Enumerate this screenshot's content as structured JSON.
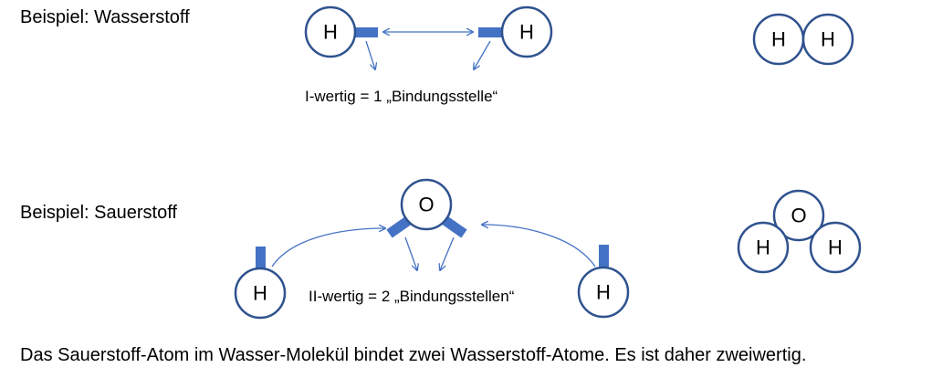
{
  "example_hydrogen": {
    "title": "Beispiel:  Wasserstoff",
    "valence_label": "I-wertig = 1 „Bindungsstelle“",
    "atom_symbol": "H"
  },
  "example_oxygen": {
    "title": "Beispiel: Sauerstoff",
    "valence_label": "II-wertig = 2 „Bindungsstellen“",
    "oxygen_symbol": "O",
    "hydrogen_symbol": "H"
  },
  "caption": "Das Sauerstoff-Atom im Wasser-Molekül bindet zwei Wasserstoff-Atome. Es ist daher zweiwertig.",
  "colors": {
    "atom_outline": "#2F528F",
    "bond": "#4472C4",
    "arrow": "#4472C4"
  }
}
